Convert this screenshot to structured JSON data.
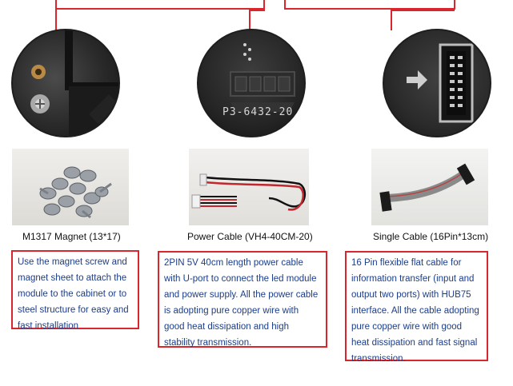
{
  "products": [
    {
      "title": "M1317 Magnet (13*17)",
      "description": "Use the magnet screw and magnet sheet to attach the module to the cabinet or to steel structure for easy and fast installation"
    },
    {
      "title": "Power Cable (VH4-40CM-20)",
      "description": "2PIN 5V 40cm length power cable with U-port to connect the led module and power supply. All the power cable is adopting pure copper wire with good heat dissipation and high stability transmission.",
      "board_label": "P3-6432-20"
    },
    {
      "title": "Single Cable (16Pin*13cm)",
      "description": "16 Pin flexible flat cable for information transfer (input and output two ports) with HUB75 interface. All the cable adopting pure copper wire with good heat dissipation and fast signal transmission."
    }
  ],
  "colors": {
    "accent": "#d9262c",
    "description_text": "#1b3d8a"
  },
  "icons": [
    "magnet-screw-icon",
    "power-connector-icon",
    "hub75-connector-icon"
  ]
}
